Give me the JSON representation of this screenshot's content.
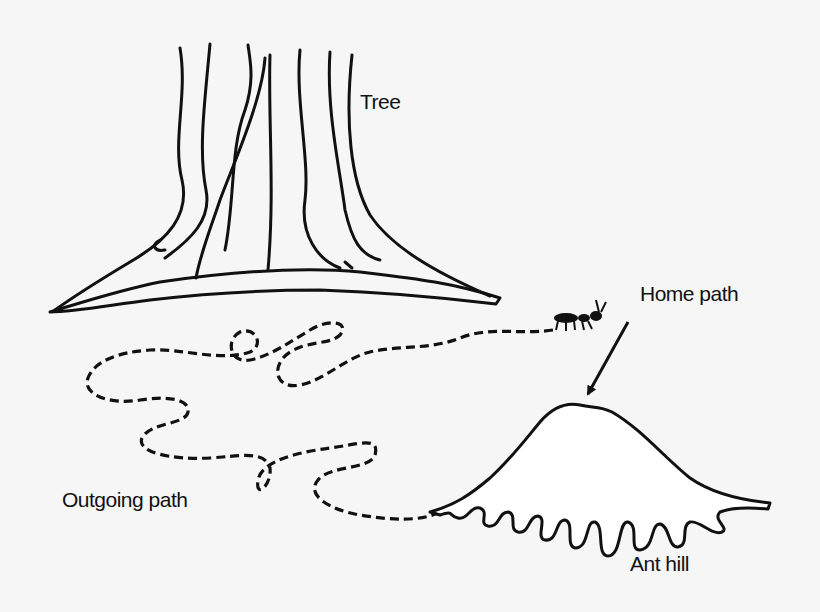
{
  "diagram": {
    "labels": [
      "Tree",
      "Home path",
      "Outgoing path",
      "Ant hill"
    ]
  }
}
